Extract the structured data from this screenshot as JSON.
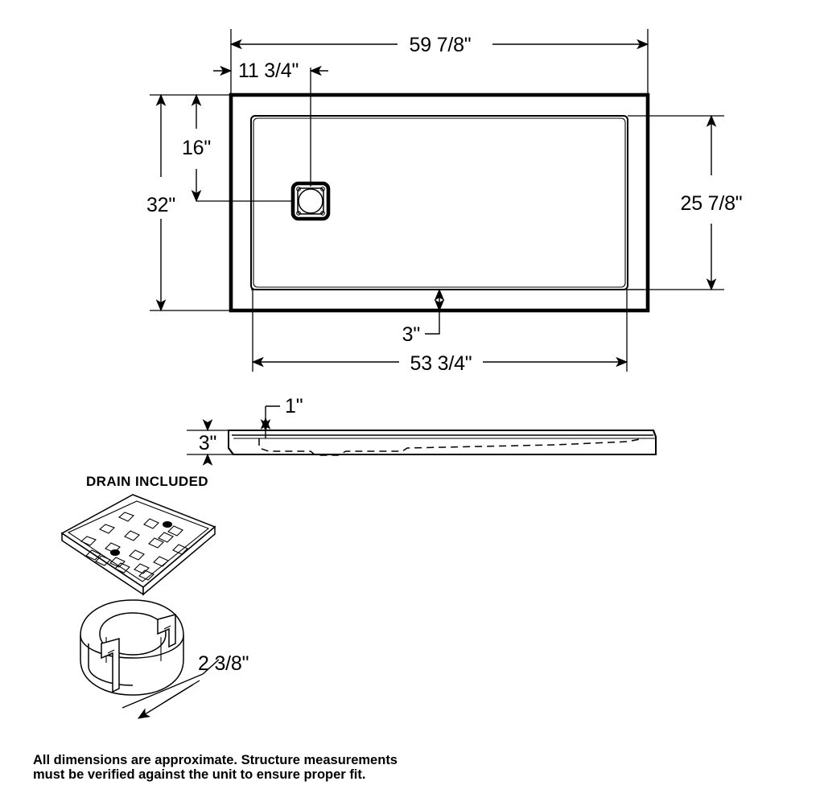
{
  "document": {
    "type": "technical-dimension-drawing",
    "subject": "rectangular shower base / shower pan with included drain",
    "background_color": "#ffffff",
    "line_color": "#000000"
  },
  "plan_view": {
    "name": "top plan view of shower base",
    "dimensions": {
      "overall_width": "59 7/8\"",
      "overall_depth": "25 7/8\"",
      "drain_offset_from_left": "11 3/4\"",
      "drain_offset_from_top": "16\"",
      "left_side_height": "32\"",
      "inner_basin_width": "53 3/4\"",
      "bottom_flange_depth": "3\""
    },
    "drain": {
      "name": "square drain grate location",
      "shape": "rounded-square with circle"
    }
  },
  "profile_view": {
    "name": "side elevation profile of shower base",
    "dimensions": {
      "lip_thickness": "1\"",
      "overall_thickness": "3\""
    }
  },
  "drain_assembly": {
    "heading": "DRAIN INCLUDED",
    "grate": {
      "name": "square drain grate",
      "hole_pattern": "diamond grid of square openings",
      "screw_holes": 2
    },
    "body": {
      "name": "drain body cutaway",
      "dimension": "2 3/8\""
    }
  },
  "footnote": {
    "line1": "All dimensions are approximate. Structure measurements",
    "line2": "must be verified against the unit to ensure proper fit."
  },
  "labels": {
    "overall_width": "59 7/8\"",
    "drain_from_left": "11 3/4\"",
    "drain_from_top": "16\"",
    "left_height": "32\"",
    "overall_depth": "25 7/8\"",
    "flange_depth": "3\"",
    "inner_width": "53 3/4\"",
    "lip_thickness": "1\"",
    "profile_thickness": "3\"",
    "drain_body_dim": "2 3/8\"",
    "drain_included": "DRAIN INCLUDED",
    "note_line1": "All dimensions are approximate. Structure measurements",
    "note_line2": "must be verified against the unit to ensure proper fit."
  }
}
